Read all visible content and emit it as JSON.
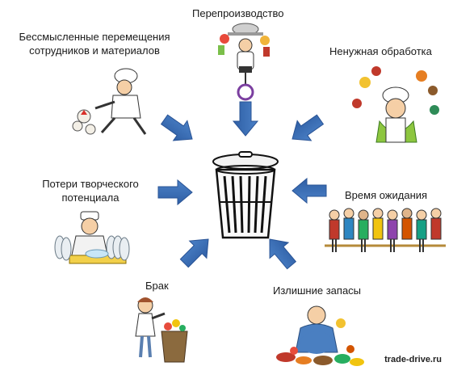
{
  "center": {
    "icon": "trash-can-icon"
  },
  "labels": {
    "overproduction": "Перепроизводство",
    "movement_line1": "Бессмысленные перемещения",
    "movement_line2": "сотрудников и материалов",
    "processing": "Ненужная обработка",
    "creativity_line1": "Потери творческого",
    "creativity_line2": "потенциала",
    "waiting": "Время ожидания",
    "defects": "Брак",
    "inventory": "Излишние запасы"
  },
  "watermark": "trade-drive.ru",
  "colors": {
    "arrow": "#3b6fb6",
    "arrow_dark": "#2a5496",
    "text": "#1a1a1a"
  }
}
